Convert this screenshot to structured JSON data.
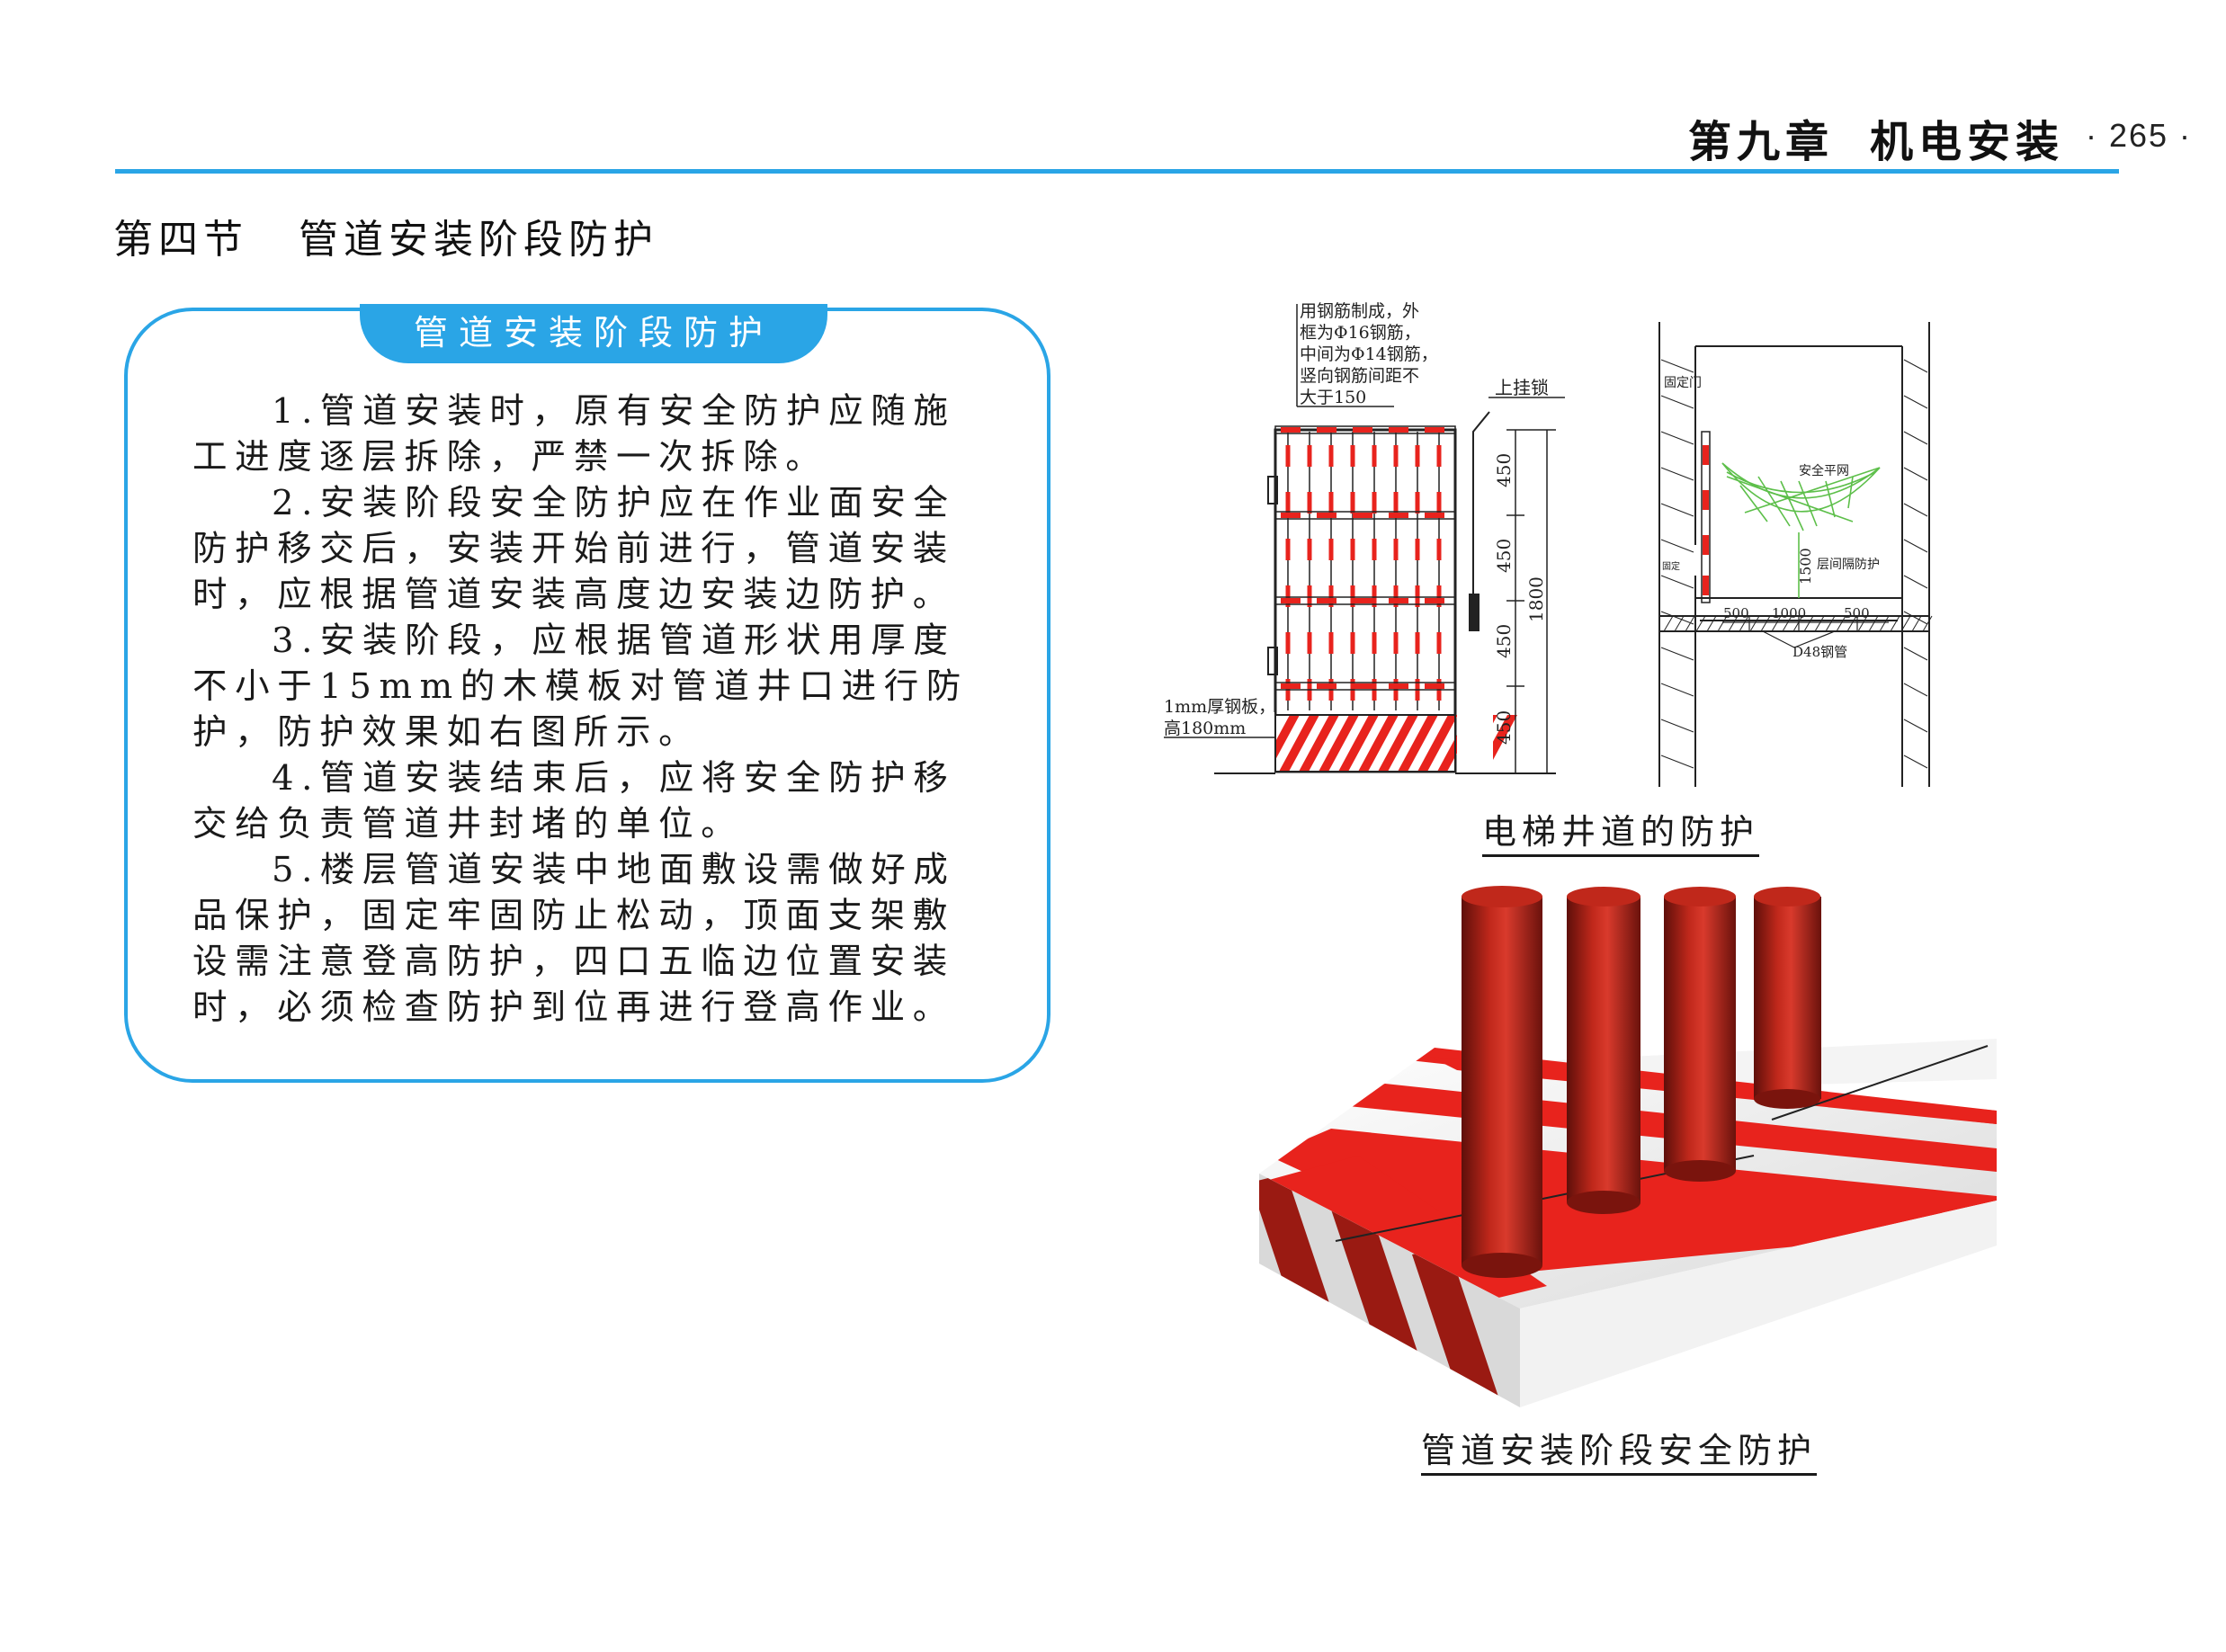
{
  "header": {
    "chapter": "第九章",
    "title": "机电安装",
    "page_number": "· 265 ·"
  },
  "section": {
    "number": "第四节",
    "title": "管道安装阶段防护"
  },
  "panel": {
    "tab_label": "管道安装阶段防护",
    "paragraphs": [
      "1.管道安装时，原有安全防护应随施工进度逐层拆除，严禁一次拆除。",
      "2.安装阶段安全防护应在作业面安全防护移交后，安装开始前进行，管道安装时，应根据管道安装高度边安装边防护。",
      "3.安装阶段，应根据管道形状用厚度不小于15mm的木模板对管道井口进行防护，防护效果如右图所示。",
      "4.管道安装结束后，应将安全防护移交给负责管道井封堵的单位。",
      "5.楼层管道安装中地面敷设需做好成品保护，固定牢固防止松动，顶面支架敷设需注意登高防护，四口五临边位置安装时，必须检查防护到位再进行登高作业。"
    ]
  },
  "figure1": {
    "caption": "电梯井道的防护",
    "gate_note_lines": [
      "用钢筋制成，外",
      "框为Φ16钢筋，",
      "中间为Φ14钢筋，",
      "竖向钢筋间距不",
      "大于150"
    ],
    "lock_label": "上挂锁",
    "plate_note_lines": [
      "1mm厚钢板，",
      "高180mm"
    ],
    "dim_segments": [
      "450",
      "450",
      "450",
      "450"
    ],
    "dim_total": "1800",
    "shaft_labels": {
      "fixed_door": "固定门",
      "safety_net": "安全平网",
      "door_bottom": "固定",
      "floor_guard": "层间隔防护",
      "height": "1500",
      "spans": [
        "500",
        "1000",
        "500"
      ],
      "pipe": "D48钢管"
    }
  },
  "figure2": {
    "caption": "管道安装阶段安全防护"
  },
  "colors": {
    "accent": "#2aa5e6",
    "guard_red": "#e8231d",
    "pipe_red": "#b01e14"
  }
}
